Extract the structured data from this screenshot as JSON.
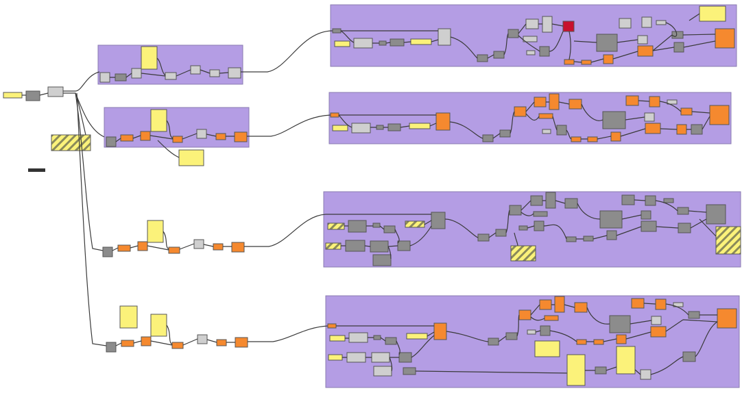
{
  "canvas": {
    "title": ""
  },
  "colors": {
    "group": "#b49de4",
    "yellow": "#fbf27a",
    "orange": "#f5892f",
    "gray": "#8c8c8c",
    "light_gray": "#cfcfcf",
    "red": "#c8102e",
    "wire": "#3a3a3a",
    "background": "#ffffff"
  },
  "rows": [
    {
      "name": "row-1",
      "small_group": true,
      "large_group": true
    },
    {
      "name": "row-2",
      "small_group": true,
      "large_group": true
    },
    {
      "name": "row-3",
      "small_group": false,
      "large_group": true
    },
    {
      "name": "row-4",
      "small_group": false,
      "large_group": true
    }
  ]
}
